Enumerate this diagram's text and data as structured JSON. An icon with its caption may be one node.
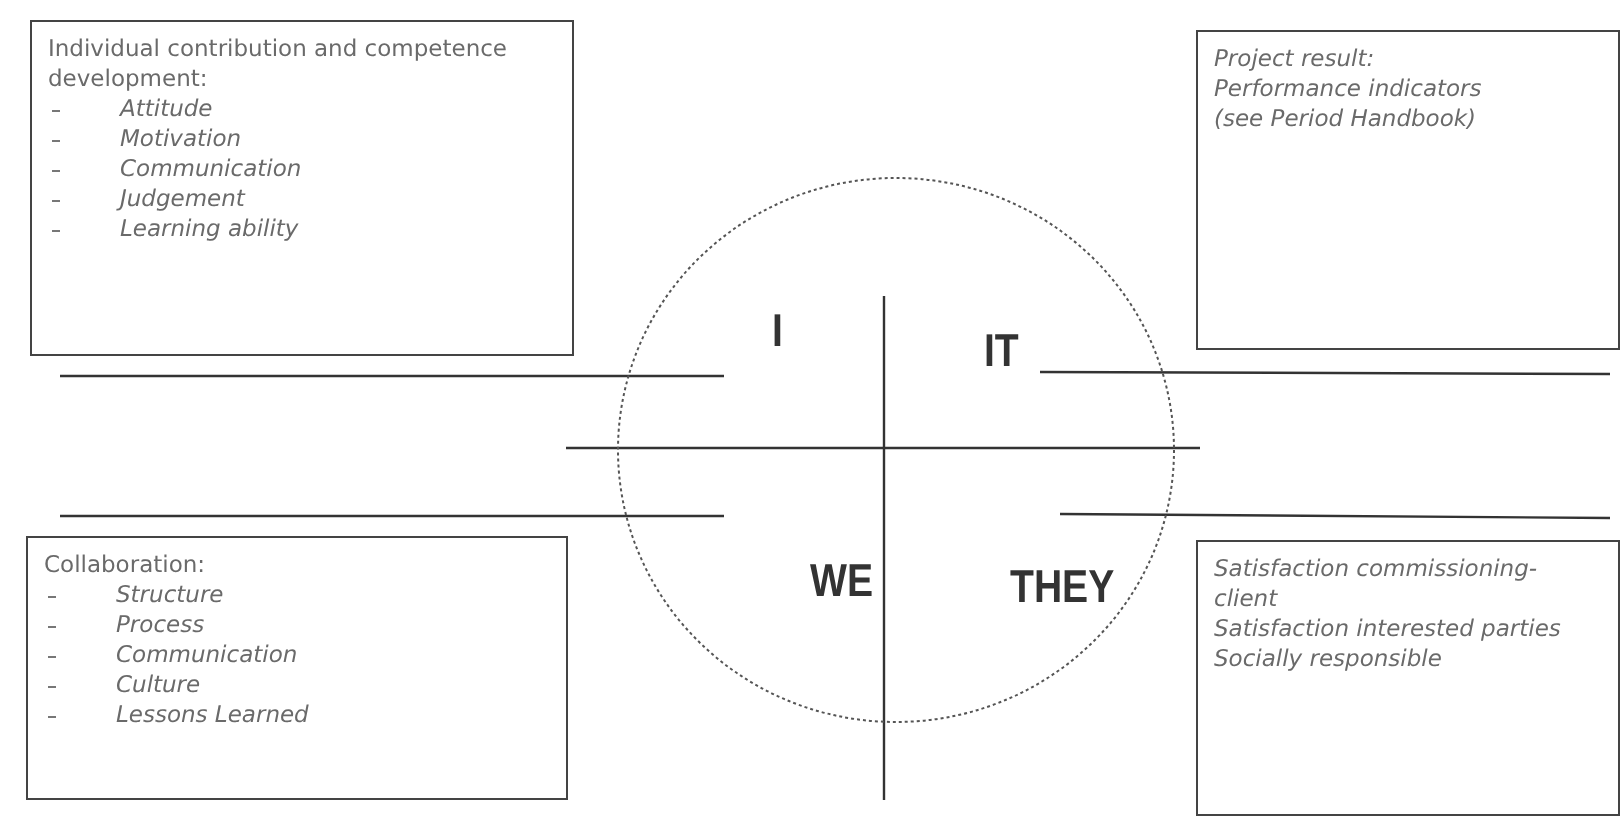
{
  "diagram": {
    "nodes": [
      {
        "text": [
          "Individual contribution and competence development:",
          "Attitude",
          "Motivation",
          "Communication",
          "Judgement",
          "Learning ability"
        ]
      },
      {
        "text": [
          "Project result:",
          "Performance indicators",
          "(see Period Handbook)"
        ]
      },
      {
        "text": [
          "I",
          "IT",
          "WE",
          "THEY"
        ]
      },
      {
        "text": [
          "Collaboration:",
          "Structure",
          "Process",
          "Communication",
          "Culture",
          "Lessons Learned"
        ]
      },
      {
        "text": [
          "Satisfaction commissioning-client",
          "Satisfaction interested parties",
          "Socially responsible"
        ]
      }
    ]
  }
}
